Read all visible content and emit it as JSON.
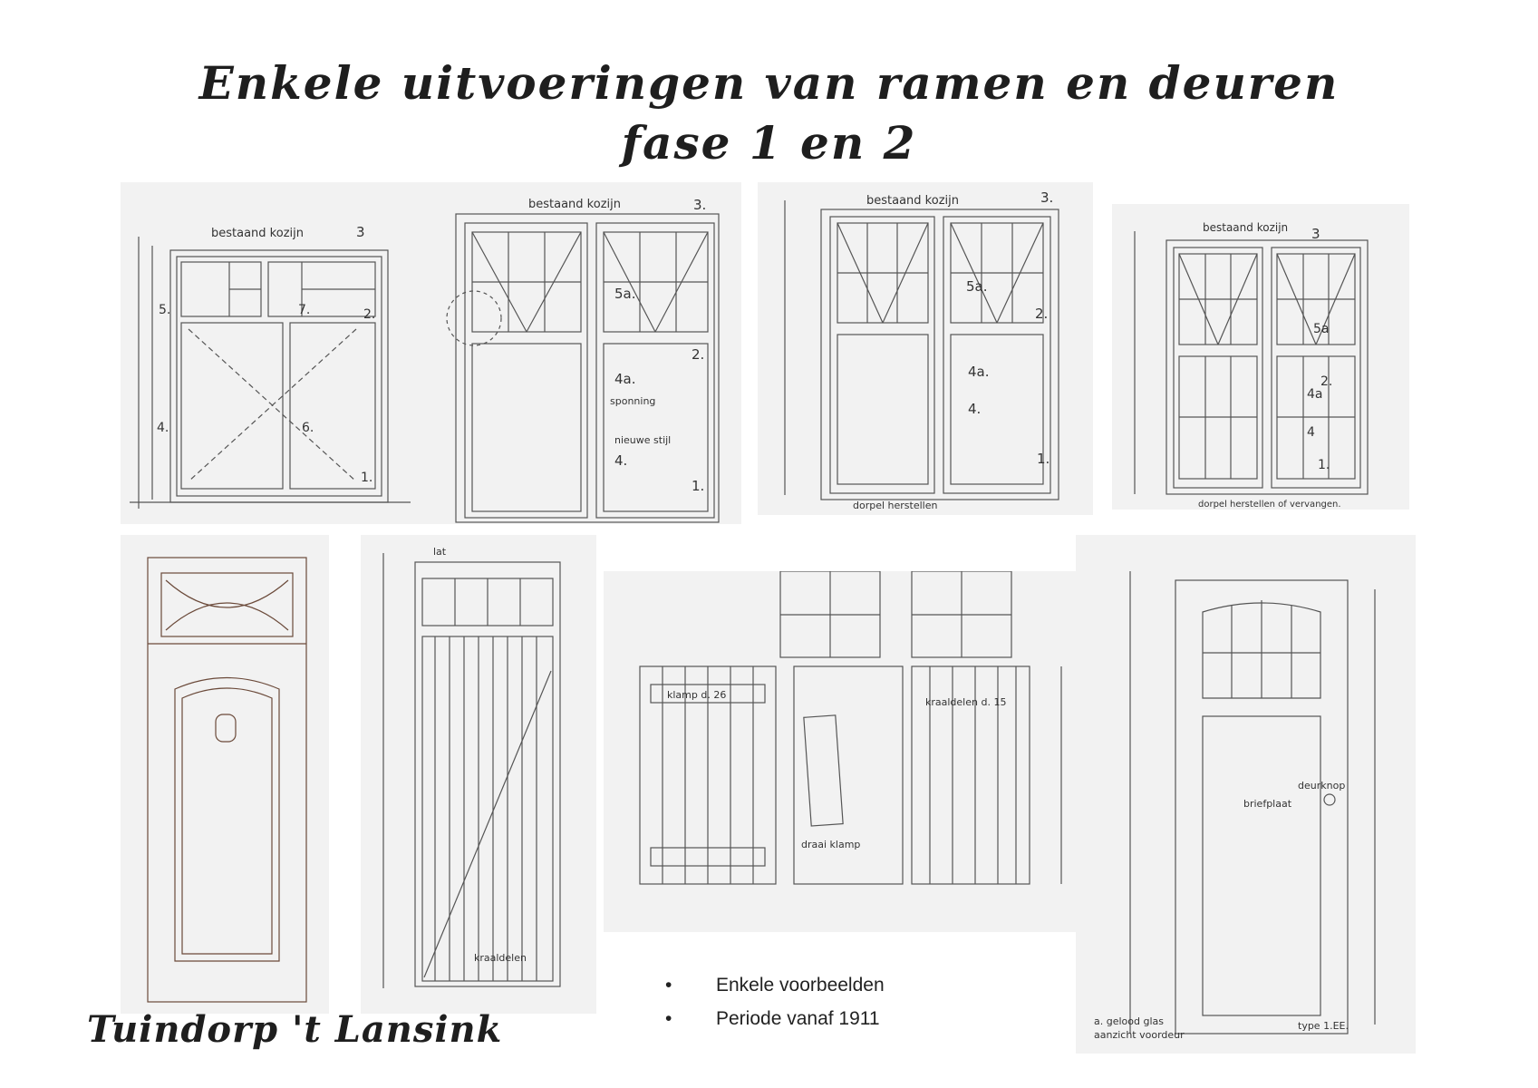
{
  "title": {
    "line1": "Enkele uitvoeringen van ramen en deuren",
    "line2": "fase 1 en 2"
  },
  "bullets": [
    "Enkele voorbeelden",
    "Periode vanaf 1911"
  ],
  "footer": "Tuindorp 't Lansink",
  "drawings": {
    "d1": {
      "label_top": "bestaand kozijn",
      "n3": "3",
      "n5": "5.",
      "n7": "7.",
      "n2": "2.",
      "n4": "4.",
      "n6": "6.",
      "n1": "1."
    },
    "d2": {
      "label_top": "bestaand kozijn",
      "n3": "3.",
      "n5a": "5a.",
      "n4a": "4a.",
      "n4": "4.",
      "n2": "2.",
      "n1": "1.",
      "spon": "sponning",
      "stijl": "nieuwe stijl"
    },
    "d3": {
      "label_top": "bestaand kozijn",
      "n3": "3.",
      "n5a": "5a.",
      "n4a": "4a.",
      "n4": "4.",
      "n2": "2.",
      "n1": "1.",
      "label_bottom": "dorpel herstellen"
    },
    "d4": {
      "label_top": "bestaand kozijn",
      "n3": "3",
      "n5a": "5a",
      "n2": "2.",
      "n4a": "4a",
      "n4": "4",
      "n1": "1.",
      "label_bottom": "dorpel herstellen of vervangen."
    },
    "d6": {
      "label_top": "lat",
      "label_bottom": "kraaldelen"
    },
    "d7": {
      "klamp": "klamp d. 26",
      "kraal": "kraaldelen d. 15",
      "draai": "draai klamp"
    },
    "d8": {
      "dl": "deurknop",
      "bp": "briefplaat",
      "gl": "a. gelood glas",
      "az": "aanzicht voordeur",
      "tp": "type 1.EE."
    }
  }
}
